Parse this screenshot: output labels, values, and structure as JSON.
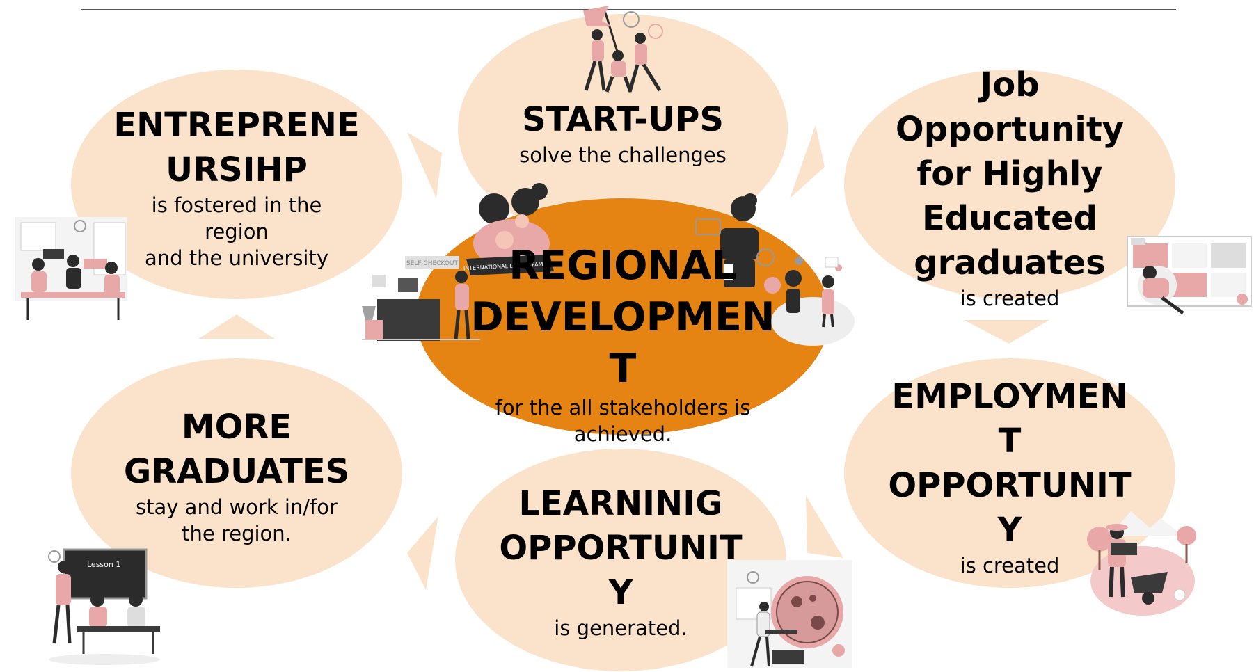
{
  "colors": {
    "ellipse_fill": "#fbe3cb",
    "center_fill": "#e58412",
    "arrow_fill": "#fbe3cb",
    "title_rule": "#555555",
    "illustration_accent": "#e9a8a8",
    "illustration_dark": "#2b2b2b"
  },
  "diagram": {
    "center": {
      "title": "REGIONAL\nDEVELOPMEN\nT",
      "desc": "for the all stakeholders is\nachieved."
    },
    "nodes": {
      "startups": {
        "title": "START-UPS",
        "desc": "solve the challenges",
        "illustration_icon": "team-flag-illustration-icon"
      },
      "job_opportunity": {
        "title": "Job\nOpportunity\nfor Highly\nEducated\ngraduates",
        "desc": "is created",
        "illustration_icon": "video-call-illustration-icon"
      },
      "employment": {
        "title": "EMPLOYMEN\nT\nOPPORTUNIT\nY",
        "desc": "is created",
        "illustration_icon": "farmer-illustration-icon"
      },
      "learning": {
        "title": "LEARNINIG\nOPPORTUNIT\nY",
        "desc": "is generated.",
        "illustration_icon": "microscope-illustration-icon"
      },
      "graduates": {
        "title": "MORE\nGRADUATES",
        "desc": "stay and work in/for\nthe region.",
        "illustration_icon": "classroom-illustration-icon"
      },
      "entrepreneurship": {
        "title": "ENTREPRENE\nURSIHP",
        "desc": "is fostered in the\nregion\nand the university",
        "illustration_icon": "meeting-illustration-icon"
      }
    },
    "illustration_texts": {
      "family_banner": "INTERNATIONAL DAY OF FAMILIES",
      "checkout_sign": "SELF CHECKOUT",
      "classroom_board": "Lesson 1"
    }
  }
}
